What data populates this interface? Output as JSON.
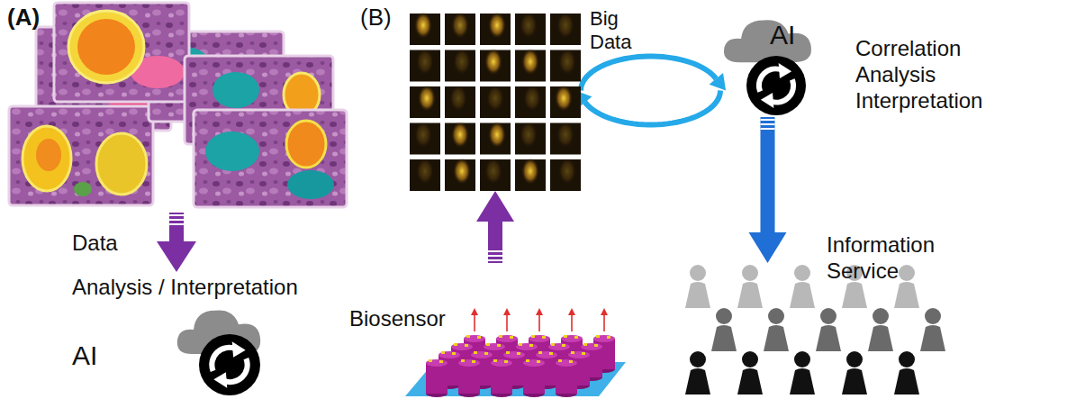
{
  "diagram": {
    "nodes": [
      {
        "text": [
          "Analysis / Interpretation",
          "AI"
        ]
      },
      {
        "text": [
          "Big Data"
        ]
      },
      {
        "text": [
          "AI",
          "Correlation Analysis Interpretation"
        ]
      },
      {
        "text": [
          "Biosensor"
        ]
      },
      {
        "text": [
          "Information Service"
        ]
      }
    ],
    "edges": [
      {
        "from": 3,
        "to": 1,
        "arrow": "to"
      },
      {
        "from": 1,
        "to": 2,
        "arrow": "both"
      },
      {
        "from": 2,
        "to": 4,
        "arrow": "to"
      }
    ],
    "labels": [
      "(A)",
      "(B)",
      "Data"
    ]
  }
}
